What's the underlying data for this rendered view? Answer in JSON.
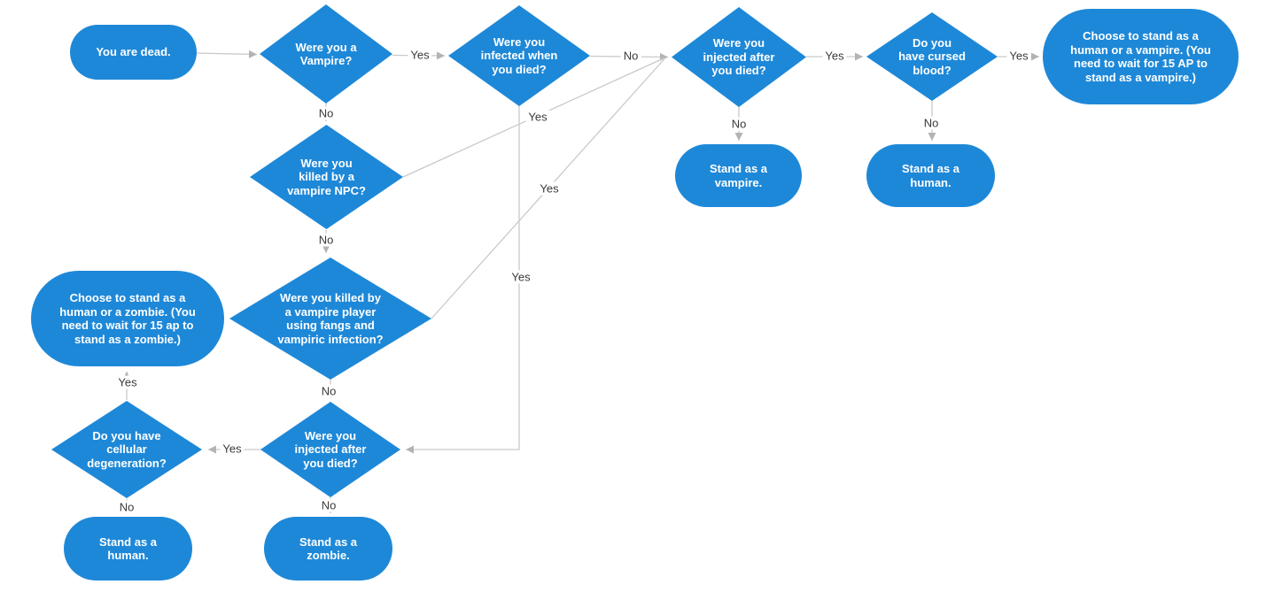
{
  "colors": {
    "node_fill": "#1e88d8",
    "node_text": "#ffffff",
    "edge_line": "#c9c9c9",
    "edge_arrow": "#b3b3b3",
    "edge_label_text": "#3a3a3a",
    "background": "#ffffff"
  },
  "diagram": {
    "type": "flowchart",
    "nodes": [
      {
        "id": "you-are-dead",
        "type": "terminator",
        "text": "You are dead."
      },
      {
        "id": "were-you-a-vampire",
        "type": "decision",
        "text": "Were you a\nVampire?"
      },
      {
        "id": "infected-when-died",
        "type": "decision",
        "text": "Were you\ninfected when\nyou died?"
      },
      {
        "id": "injected-after-died-top",
        "type": "decision",
        "text": "Were you\ninjected after\nyou died?"
      },
      {
        "id": "cursed-blood",
        "type": "decision",
        "text": "Do you\nhave cursed\nblood?"
      },
      {
        "id": "choose-human-or-vampire",
        "type": "terminator",
        "text": "Choose to stand as a\nhuman or a vampire. (You\nneed to wait for 15 AP to\nstand as a vampire.)"
      },
      {
        "id": "stand-as-vampire",
        "type": "terminator",
        "text": "Stand as a\nvampire."
      },
      {
        "id": "stand-as-human-top",
        "type": "terminator",
        "text": "Stand as a\nhuman."
      },
      {
        "id": "killed-by-vampire-npc",
        "type": "decision",
        "text": "Were you\nkilled by a\nvampire NPC?"
      },
      {
        "id": "killed-by-vampire-player",
        "type": "decision",
        "text": "Were you killed by\na vampire player\nusing fangs and\nvampiric infection?"
      },
      {
        "id": "choose-human-or-zombie",
        "type": "terminator",
        "text": "Choose to stand as a\nhuman or a zombie. (You\nneed to wait for 15 ap to\nstand as a zombie.)"
      },
      {
        "id": "cellular-degeneration",
        "type": "decision",
        "text": "Do you have\ncellular\ndegeneration?"
      },
      {
        "id": "injected-after-died-bottom",
        "type": "decision",
        "text": "Were you\ninjected after\nyou died?"
      },
      {
        "id": "stand-as-human-bottom",
        "type": "terminator",
        "text": "Stand as a\nhuman."
      },
      {
        "id": "stand-as-zombie",
        "type": "terminator",
        "text": "Stand as a\nzombie."
      }
    ],
    "edges": [
      {
        "from": "you-are-dead",
        "to": "were-you-a-vampire",
        "label": ""
      },
      {
        "from": "were-you-a-vampire",
        "to": "infected-when-died",
        "label": "Yes"
      },
      {
        "from": "were-you-a-vampire",
        "to": "killed-by-vampire-npc",
        "label": "No"
      },
      {
        "from": "infected-when-died",
        "to": "injected-after-died-top",
        "label": "No"
      },
      {
        "from": "infected-when-died",
        "to": "injected-after-died-bottom",
        "label": "Yes"
      },
      {
        "from": "killed-by-vampire-npc",
        "to": "injected-after-died-top",
        "label": "Yes"
      },
      {
        "from": "killed-by-vampire-player",
        "to": "injected-after-died-top",
        "label": "Yes"
      },
      {
        "from": "injected-after-died-top",
        "to": "stand-as-vampire",
        "label": "No"
      },
      {
        "from": "injected-after-died-top",
        "to": "cursed-blood",
        "label": "Yes"
      },
      {
        "from": "cursed-blood",
        "to": "stand-as-human-top",
        "label": "No"
      },
      {
        "from": "cursed-blood",
        "to": "choose-human-or-vampire",
        "label": "Yes"
      },
      {
        "from": "killed-by-vampire-npc",
        "to": "killed-by-vampire-player",
        "label": "No"
      },
      {
        "from": "killed-by-vampire-player",
        "to": "injected-after-died-bottom",
        "label": "No"
      },
      {
        "from": "injected-after-died-bottom",
        "to": "cellular-degeneration",
        "label": "Yes"
      },
      {
        "from": "injected-after-died-bottom",
        "to": "stand-as-zombie",
        "label": "No"
      },
      {
        "from": "cellular-degeneration",
        "to": "choose-human-or-zombie",
        "label": "Yes"
      },
      {
        "from": "cellular-degeneration",
        "to": "stand-as-human-bottom",
        "label": "No"
      }
    ]
  }
}
